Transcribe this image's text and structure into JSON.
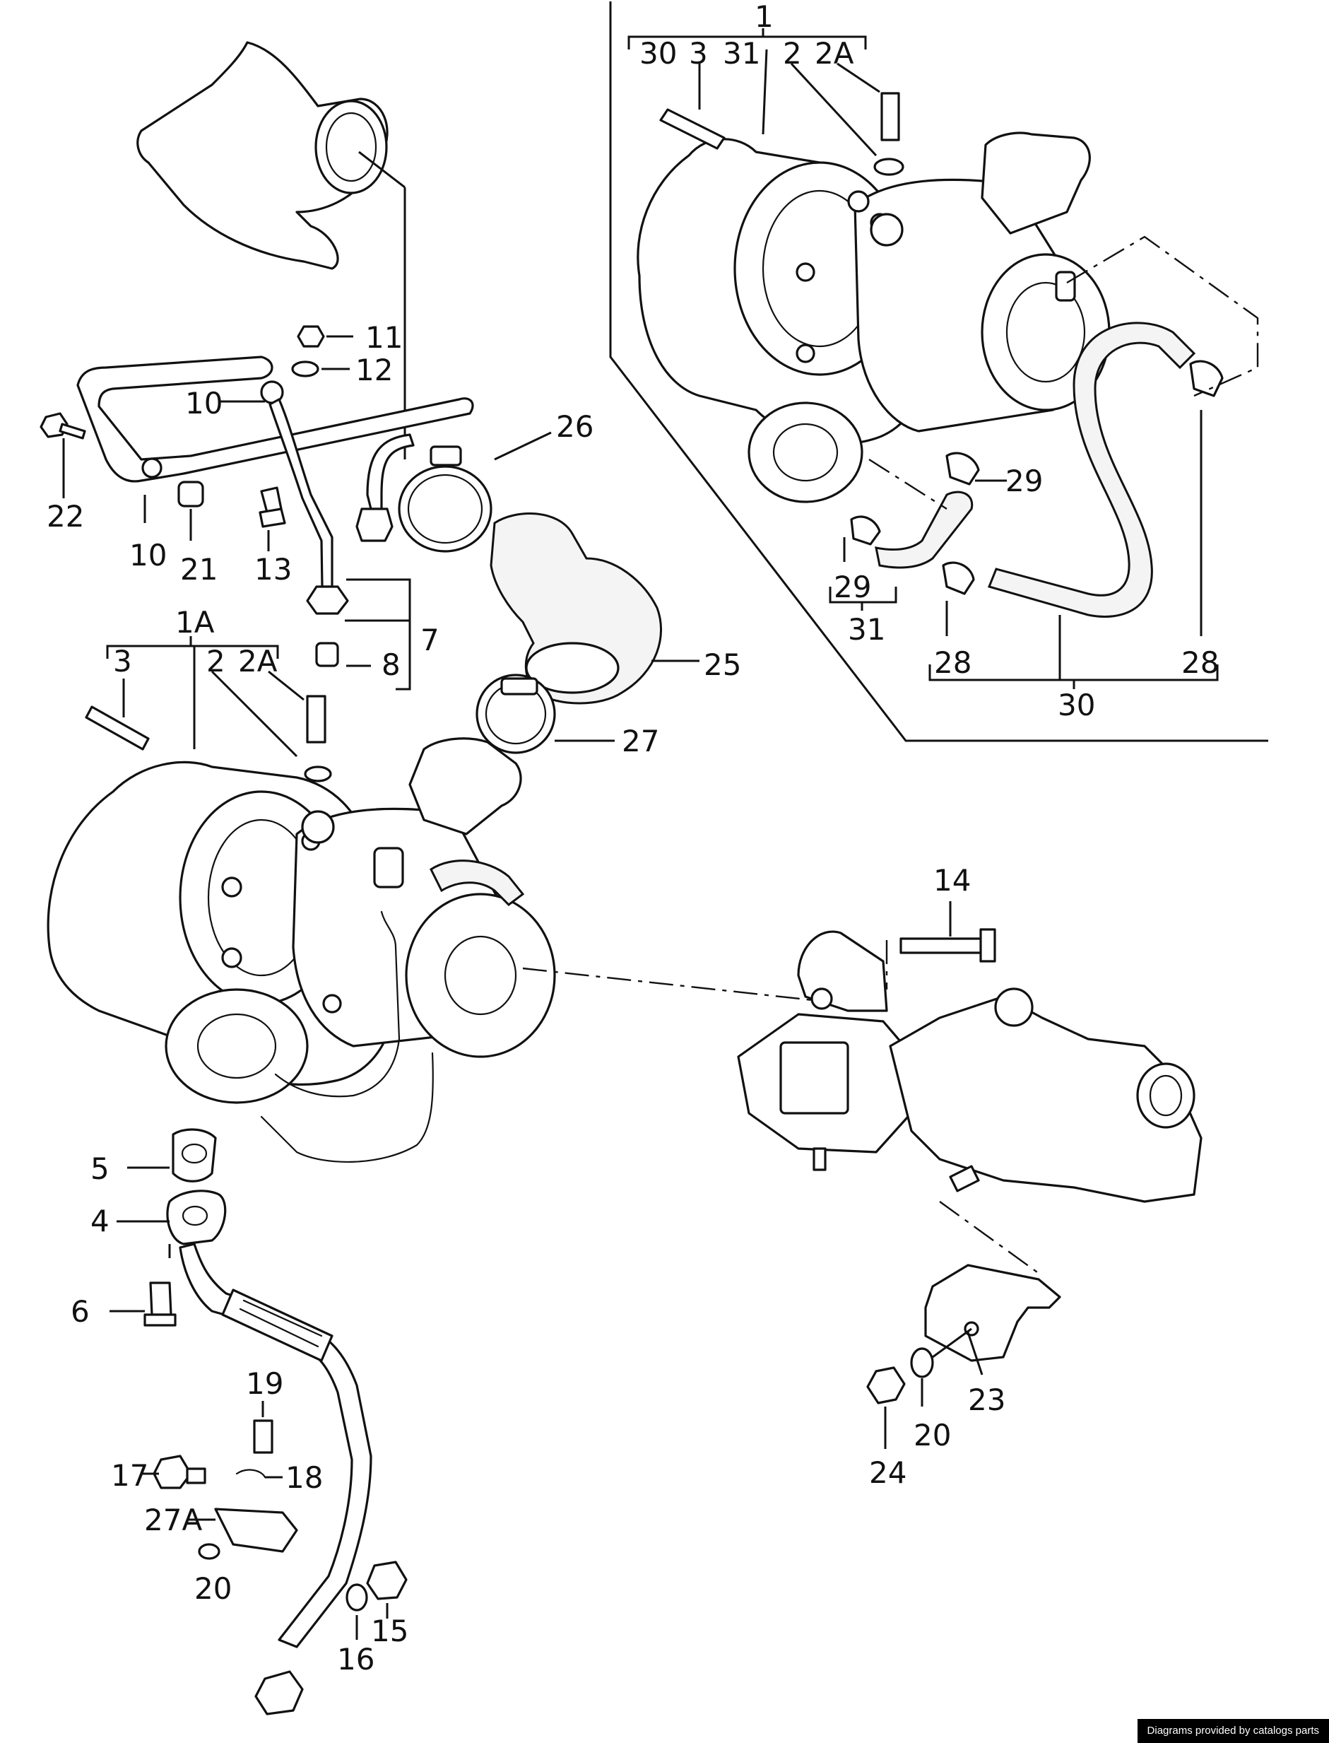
{
  "callouts": {
    "c1": "1",
    "c30a": "30",
    "c3a": "3",
    "c31a": "31",
    "c2a": "2",
    "c2Aa": "2A",
    "c11": "11",
    "c12": "12",
    "c10a": "10",
    "c22": "22",
    "c10b": "10",
    "c21": "21",
    "c13": "13",
    "c26": "26",
    "c29a": "29",
    "c29b": "29",
    "c31b": "31",
    "c28a": "28",
    "c28b": "28",
    "c30b": "30",
    "c1A": "1A",
    "c3b": "3",
    "c2b": "2",
    "c2Ab": "2A",
    "c7": "7",
    "c8": "8",
    "c25": "25",
    "c27": "27",
    "c14": "14",
    "c5": "5",
    "c4": "4",
    "c6": "6",
    "c19": "19",
    "c17": "17",
    "c18": "18",
    "c27A": "27A",
    "c20a": "20",
    "c16": "16",
    "c15": "15",
    "c23": "23",
    "c20b": "20",
    "c24": "24"
  },
  "credit": "Diagrams provided by catalogs parts"
}
